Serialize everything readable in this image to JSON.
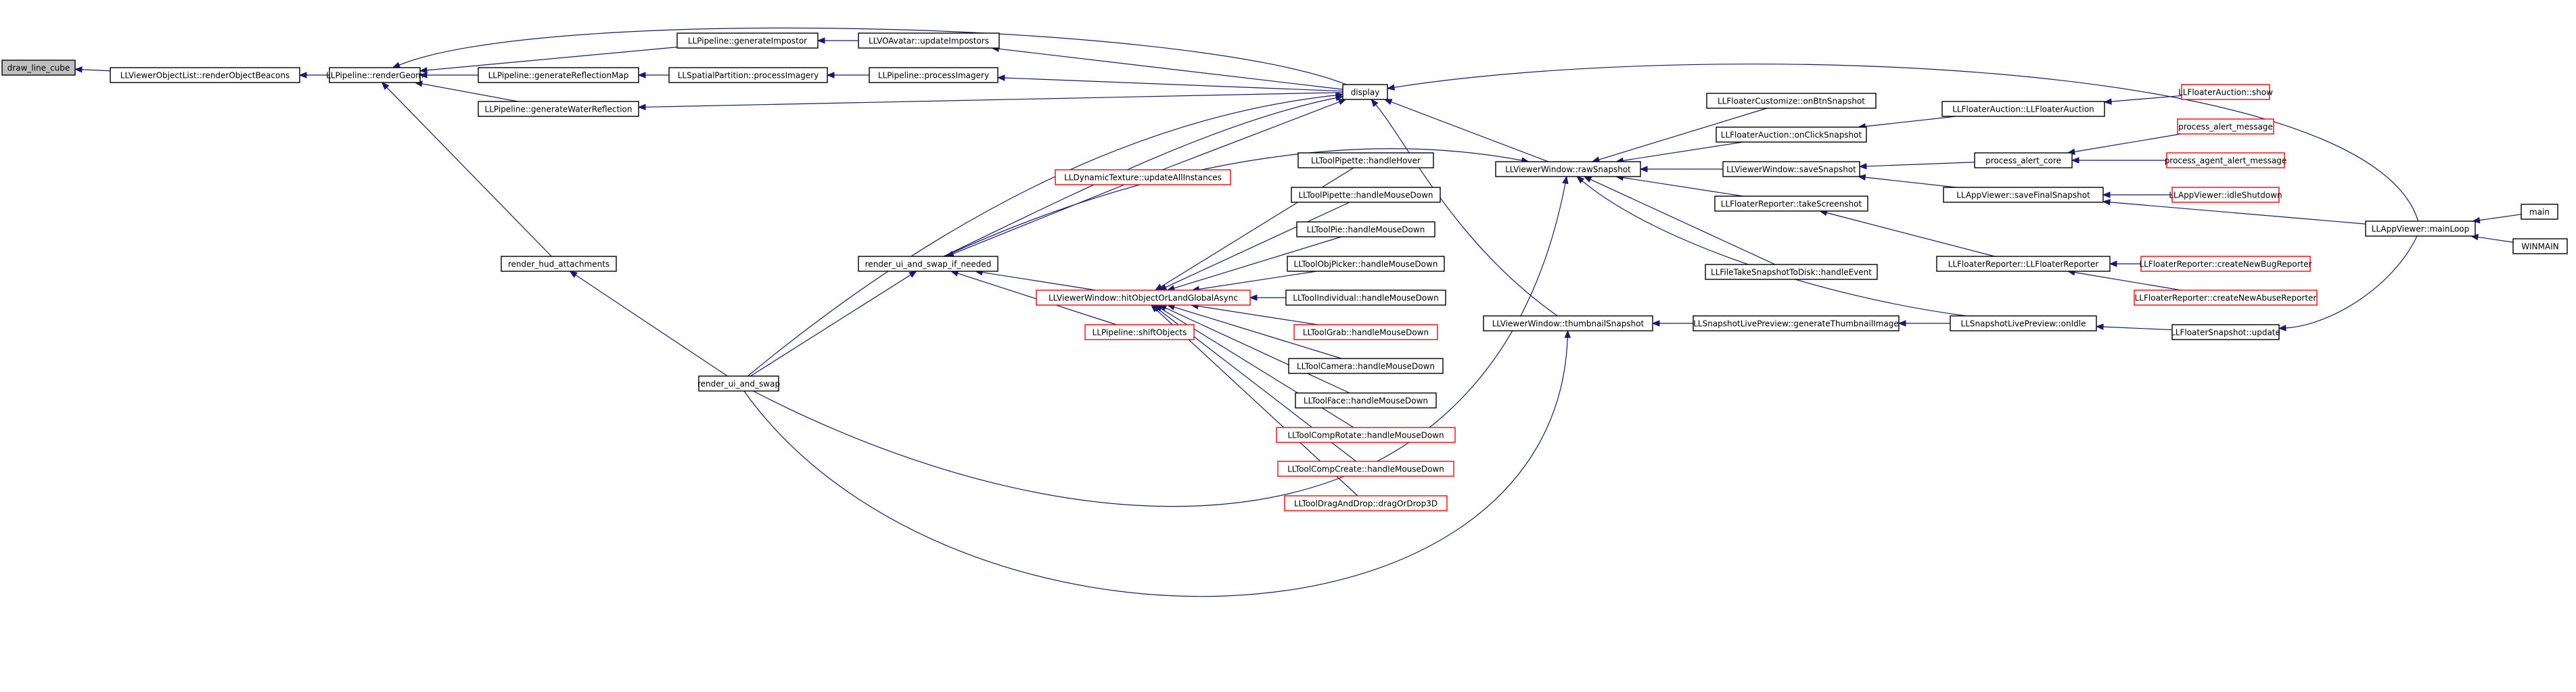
{
  "colors": {
    "edge": "#191970",
    "node_border": "#000000",
    "node_border_truncated": "#ff0000",
    "root_fill": "#bfbfbf",
    "node_fill": "#ffffff"
  },
  "nodes": [
    {
      "id": "n_root",
      "label": "draw_line_cube",
      "kind": "root"
    },
    {
      "id": "n_objlist",
      "label": "LLViewerObjectList::renderObjectBeacons",
      "kind": "normal"
    },
    {
      "id": "n_renderGeom",
      "label": "LLPipeline::renderGeom",
      "kind": "normal"
    },
    {
      "id": "n_genImpostor",
      "label": "LLPipeline::generateImpostor",
      "kind": "normal"
    },
    {
      "id": "n_voavatar",
      "label": "LLVOAvatar::updateImpostors",
      "kind": "normal"
    },
    {
      "id": "n_genRefl",
      "label": "LLPipeline::generateReflectionMap",
      "kind": "normal"
    },
    {
      "id": "n_spatial",
      "label": "LLSpatialPartition::processImagery",
      "kind": "normal"
    },
    {
      "id": "n_procImagery",
      "label": "LLPipeline::processImagery",
      "kind": "normal"
    },
    {
      "id": "n_genWater",
      "label": "LLPipeline::generateWaterReflection",
      "kind": "normal"
    },
    {
      "id": "n_display",
      "label": "display",
      "kind": "normal"
    },
    {
      "id": "n_hud",
      "label": "render_hud_attachments",
      "kind": "normal"
    },
    {
      "id": "n_rsin",
      "label": "render_ui_and_swap_if_needed",
      "kind": "normal"
    },
    {
      "id": "n_rs",
      "label": "render_ui_and_swap",
      "kind": "normal"
    },
    {
      "id": "n_dyntex",
      "label": "LLDynamicTexture::updateAllInstances",
      "kind": "truncated"
    },
    {
      "id": "n_hitobj",
      "label": "LLViewerWindow::hitObjectOrLandGlobalAsync",
      "kind": "truncated"
    },
    {
      "id": "n_shift",
      "label": "LLPipeline::shiftObjects",
      "kind": "truncated"
    },
    {
      "id": "n_pipHover",
      "label": "LLToolPipette::handleHover",
      "kind": "normal"
    },
    {
      "id": "n_pipDown",
      "label": "LLToolPipette::handleMouseDown",
      "kind": "normal"
    },
    {
      "id": "n_pieDown",
      "label": "LLToolPie::handleMouseDown",
      "kind": "normal"
    },
    {
      "id": "n_objPicker",
      "label": "LLToolObjPicker::handleMouseDown",
      "kind": "normal"
    },
    {
      "id": "n_indiv",
      "label": "LLToolIndividual::handleMouseDown",
      "kind": "normal"
    },
    {
      "id": "n_grab",
      "label": "LLToolGrab::handleMouseDown",
      "kind": "truncated"
    },
    {
      "id": "n_camera",
      "label": "LLToolCamera::handleMouseDown",
      "kind": "normal"
    },
    {
      "id": "n_face",
      "label": "LLToolFace::handleMouseDown",
      "kind": "normal"
    },
    {
      "id": "n_compRot",
      "label": "LLToolCompRotate::handleMouseDown",
      "kind": "truncated"
    },
    {
      "id": "n_compCreate",
      "label": "LLToolCompCreate::handleMouseDown",
      "kind": "truncated"
    },
    {
      "id": "n_dragDrop",
      "label": "LLToolDragAndDrop::dragOrDrop3D",
      "kind": "truncated"
    },
    {
      "id": "n_rawSnap",
      "label": "LLViewerWindow::rawSnapshot",
      "kind": "normal"
    },
    {
      "id": "n_thumbSnap",
      "label": "LLViewerWindow::thumbnailSnapshot",
      "kind": "normal"
    },
    {
      "id": "n_customize",
      "label": "LLFloaterCustomize::onBtnSnapshot",
      "kind": "normal"
    },
    {
      "id": "n_auctionClick",
      "label": "LLFloaterAuction::onClickSnapshot",
      "kind": "normal"
    },
    {
      "id": "n_saveSnap",
      "label": "LLViewerWindow::saveSnapshot",
      "kind": "normal"
    },
    {
      "id": "n_takeScreen",
      "label": "LLFloaterReporter::takeScreenshot",
      "kind": "normal"
    },
    {
      "id": "n_fileTake",
      "label": "LLFileTakeSnapshotToDisk::handleEvent",
      "kind": "normal"
    },
    {
      "id": "n_genThumb",
      "label": "LLSnapshotLivePreview::generateThumbnailImage",
      "kind": "normal"
    },
    {
      "id": "n_auctionCtor",
      "label": "LLFloaterAuction::LLFloaterAuction",
      "kind": "normal"
    },
    {
      "id": "n_alertCore",
      "label": "process_alert_core",
      "kind": "normal"
    },
    {
      "id": "n_saveFinal",
      "label": "LLAppViewer::saveFinalSnapshot",
      "kind": "normal"
    },
    {
      "id": "n_reporterCtor",
      "label": "LLFloaterReporter::LLFloaterReporter",
      "kind": "normal"
    },
    {
      "id": "n_onIdle",
      "label": "LLSnapshotLivePreview::onIdle",
      "kind": "normal"
    },
    {
      "id": "n_auctionShow",
      "label": "LLFloaterAuction::show",
      "kind": "truncated"
    },
    {
      "id": "n_alertMsg",
      "label": "process_alert_message",
      "kind": "truncated"
    },
    {
      "id": "n_agentAlert",
      "label": "process_agent_alert_message",
      "kind": "truncated"
    },
    {
      "id": "n_idleShutdown",
      "label": "LLAppViewer::idleShutdown",
      "kind": "truncated"
    },
    {
      "id": "n_bugReporter",
      "label": "LLFloaterReporter::createNewBugReporter",
      "kind": "truncated"
    },
    {
      "id": "n_abuseReporter",
      "label": "LLFloaterReporter::createNewAbuseReporter",
      "kind": "truncated"
    },
    {
      "id": "n_snapUpdate",
      "label": "LLFloaterSnapshot::update",
      "kind": "normal"
    },
    {
      "id": "n_mainLoop",
      "label": "LLAppViewer::mainLoop",
      "kind": "normal"
    },
    {
      "id": "n_main",
      "label": "main",
      "kind": "normal"
    },
    {
      "id": "n_winmain",
      "label": "WINMAIN",
      "kind": "normal"
    }
  ]
}
